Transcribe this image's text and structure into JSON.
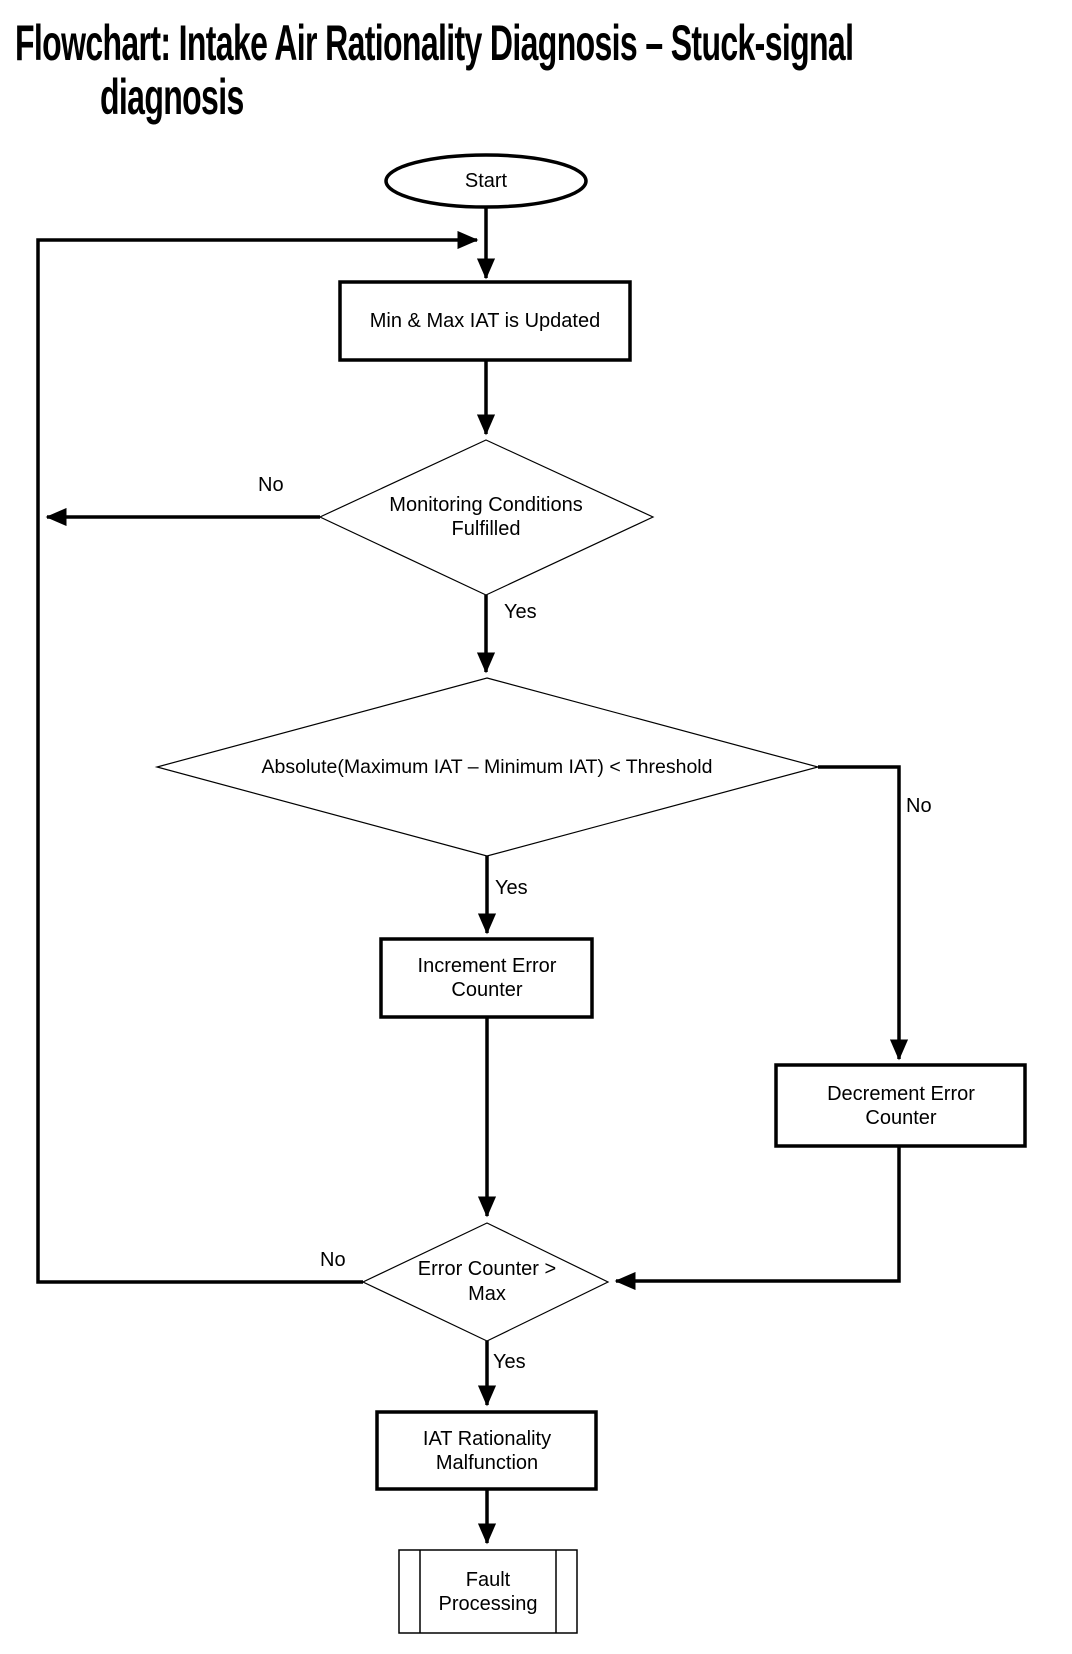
{
  "page": {
    "background": "#ffffff",
    "line_color": "#000000"
  },
  "title": {
    "line1": "Flowchart: Intake Air Rationality Diagnosis – Stuck-signal",
    "line2": "diagnosis"
  },
  "flowchart": {
    "nodes": {
      "start": {
        "type": "terminator",
        "label": "Start"
      },
      "min_max_update": {
        "type": "process",
        "label": "Min & Max IAT is Updated"
      },
      "monitoring_conditions": {
        "type": "decision",
        "label": "Monitoring Conditions Fulfilled"
      },
      "iat_threshold_check": {
        "type": "decision",
        "label": "Absolute(Maximum IAT – Minimum IAT) < Threshold"
      },
      "increment_error_counter": {
        "type": "process",
        "label": "Increment Error Counter"
      },
      "decrement_error_counter": {
        "type": "process",
        "label": "Decrement Error Counter"
      },
      "error_counter_check": {
        "type": "decision",
        "label": "Error Counter > Max"
      },
      "iat_rationality_malfunction": {
        "type": "process",
        "label": "IAT Rationality Malfunction"
      },
      "fault_processing": {
        "type": "predefined_process",
        "label": "Fault Processing"
      }
    },
    "edge_labels": {
      "monitoring_no": "No",
      "monitoring_yes": "Yes",
      "threshold_no": "No",
      "threshold_yes": "Yes",
      "counter_no": "No",
      "counter_yes": "Yes"
    }
  }
}
